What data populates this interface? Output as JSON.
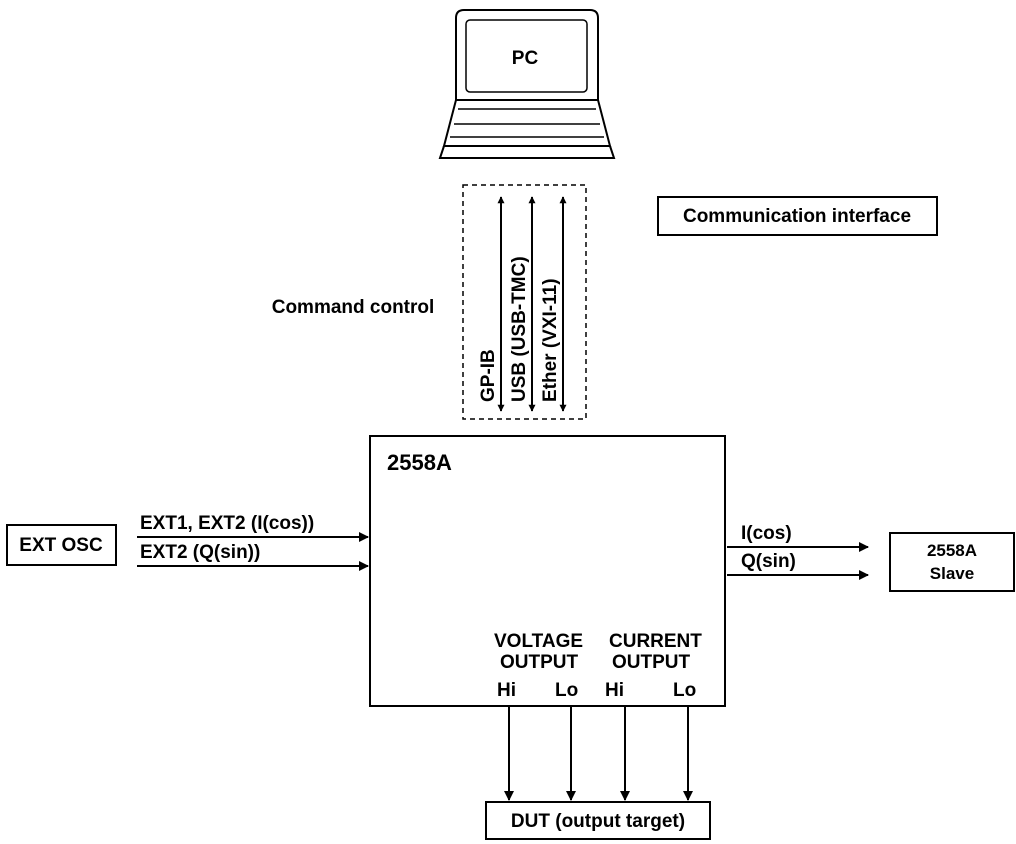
{
  "pc": {
    "label": "PC"
  },
  "communication": {
    "label": "Communication interface",
    "command_label": "Command control",
    "channels": [
      "GP-IB",
      "USB (USB-TMC)",
      "Ether (VXI-11)"
    ]
  },
  "device": {
    "name": "2558A",
    "voltage_output": {
      "line1": "VOLTAGE",
      "line2": "OUTPUT",
      "hi": "Hi",
      "lo": "Lo"
    },
    "current_output": {
      "line1": "CURRENT",
      "line2": "OUTPUT",
      "hi": "Hi",
      "lo": "Lo"
    }
  },
  "ext_osc": {
    "label": "EXT OSC",
    "signal1": "EXT1, EXT2 (I(cos))",
    "signal2": "EXT2 (Q(sin))"
  },
  "slave": {
    "line1": "2558A",
    "line2": "Slave",
    "signal1": "I(cos)",
    "signal2": "Q(sin)"
  },
  "dut": {
    "label": "DUT (output target)"
  }
}
